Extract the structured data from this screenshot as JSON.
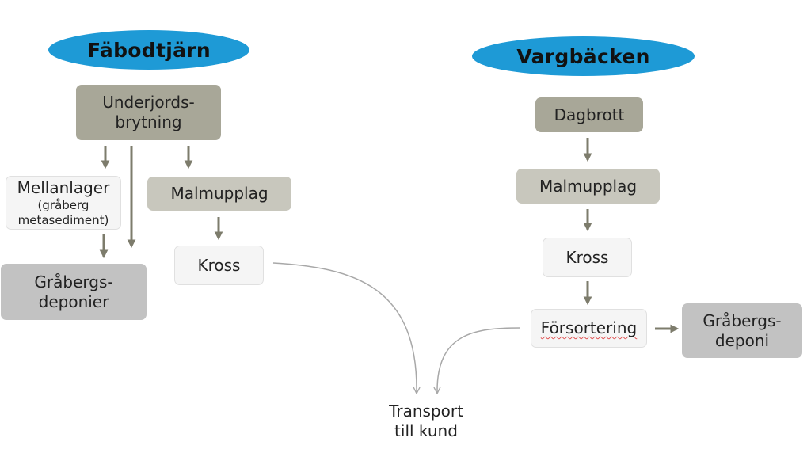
{
  "left": {
    "title": "Fäbodtjärn",
    "underground": [
      "Underjords-",
      "brytning"
    ],
    "stockpile": [
      "Mellanlager",
      "(gråberg",
      "metasediment)"
    ],
    "ore_stockpile": "Malmupplag",
    "crusher": "Kross",
    "waste_dumps": [
      "Gråbergs-",
      "deponier"
    ]
  },
  "right": {
    "title": "Vargbäcken",
    "open_pit": "Dagbrott",
    "ore_stockpile": "Malmupplag",
    "crusher": "Kross",
    "presorting": "Försortering",
    "waste_dump": [
      "Gråbergs-",
      "deponi"
    ]
  },
  "destination": [
    "Transport",
    "till kund"
  ],
  "colors": {
    "title_ellipse": "#1e9ad6",
    "dark_box": "#a8a798",
    "mid_box": "#c8c7bd",
    "grey_box": "#c2c2c2",
    "light_box": "#f5f5f5",
    "arrow": "#7d7c6c",
    "thin_arrow": "#a8a8a8"
  }
}
